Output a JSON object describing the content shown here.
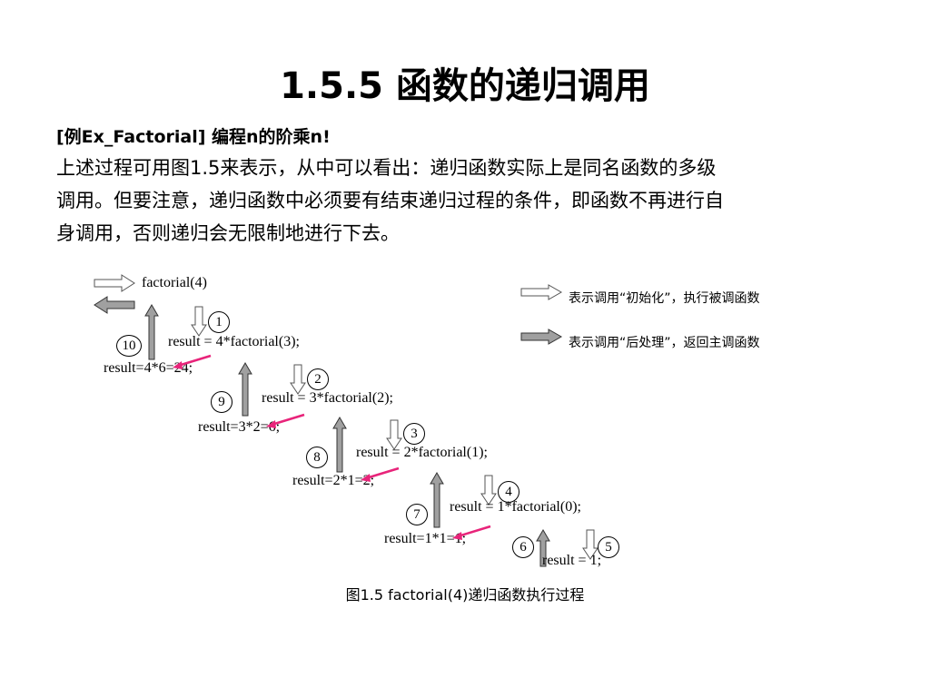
{
  "title": "1.5.5 函数的递归调用",
  "example_heading": "[例Ex_Factorial] 编程n的阶乘n!",
  "paragraph_lines": [
    "上述过程可用图1.5来表示，从中可以看出：递归函数实际上是同名函数的多级",
    "调用。但要注意，递归函数中必须要有结束递归过程的条件，即函数不再进行自",
    "身调用，否则递归会无限制地进行下去。"
  ],
  "figure": {
    "root_call": "factorial(4)",
    "calls": [
      "result = 4*factorial(3);",
      "result = 3*factorial(2);",
      "result = 2*factorial(1);",
      "result = 1*factorial(0);",
      "result = 1;"
    ],
    "returns": [
      "result=4*6=24;",
      "result=3*2=6;",
      "result=2*1=2;",
      "result=1*1=1;"
    ],
    "steps": [
      "1",
      "2",
      "3",
      "4",
      "5",
      "6",
      "7",
      "8",
      "9",
      "10"
    ],
    "legend": {
      "call_label": "表示调用“初始化”，执行被调函数",
      "return_label": "表示调用“后处理”，返回主调函数"
    },
    "caption": "图1.5  factorial(4)递归函数执行过程"
  },
  "colors": {
    "arrow_fill_return": "#a0a0a0",
    "arrow_fill_call": "#ffffff",
    "pointer_arrow": "#e8247a"
  }
}
